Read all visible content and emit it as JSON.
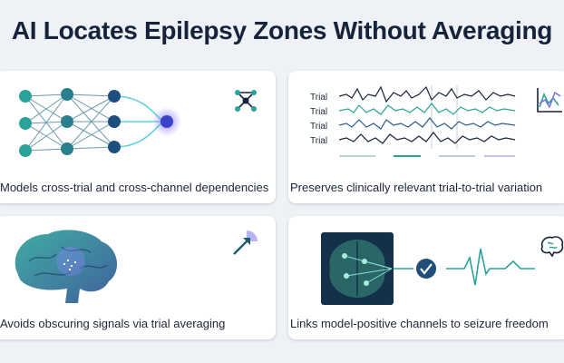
{
  "title": "AI Locates Epilepsy Zones Without Averaging",
  "cards": [
    {
      "caption": "Models cross-trial and cross-channel dependencies",
      "icon": "network-icon"
    },
    {
      "caption": "Preserves clinically relevant trial-to-trial variation",
      "icon": "chart-icon",
      "trial_labels": [
        "Trial",
        "Trial",
        "Trial",
        "Trial"
      ]
    },
    {
      "caption": "Avoids obscuring signals via trial averaging",
      "icon": "arrow-icon"
    },
    {
      "caption": "Links model-positive channels to seizure freedom",
      "icon": "brain-icon"
    }
  ],
  "colors": {
    "navy": "#16233a",
    "teal": "#2aa39a",
    "blue": "#2c5d8f",
    "green": "#3bb27a",
    "purple": "#7a6be0"
  }
}
